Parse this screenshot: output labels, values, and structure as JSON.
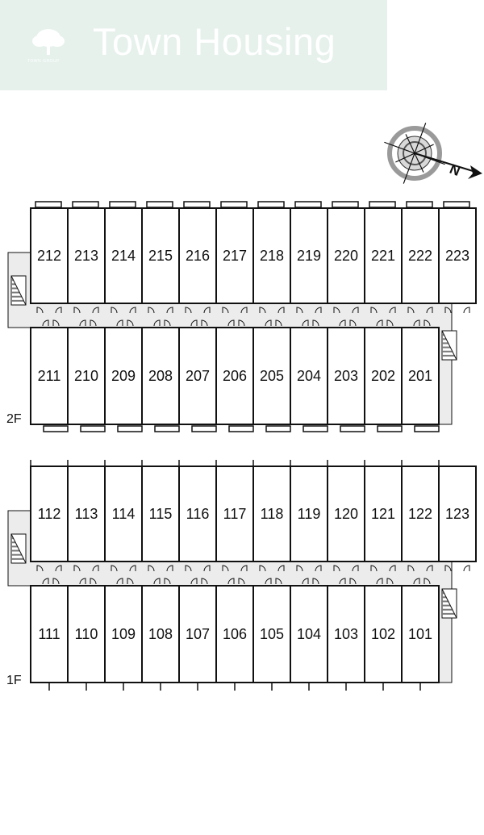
{
  "header": {
    "brand_name": "Town Housing",
    "logo_caption": "TOWN GROUP",
    "banner_color": "#e6f1ec"
  },
  "compass": {
    "label": "N",
    "icon": "compass-icon"
  },
  "floors": [
    {
      "label": "2F",
      "north_row": [
        "212",
        "213",
        "214",
        "215",
        "216",
        "217",
        "218",
        "219",
        "220",
        "221",
        "222",
        "223"
      ],
      "south_row": [
        "211",
        "210",
        "209",
        "208",
        "207",
        "206",
        "205",
        "204",
        "203",
        "202",
        "201"
      ]
    },
    {
      "label": "1F",
      "north_row": [
        "112",
        "113",
        "114",
        "115",
        "116",
        "117",
        "118",
        "119",
        "120",
        "121",
        "122",
        "123"
      ],
      "south_row": [
        "111",
        "110",
        "109",
        "108",
        "107",
        "106",
        "105",
        "104",
        "103",
        "102",
        "101"
      ]
    }
  ],
  "colors": {
    "corridor": "#ececec",
    "wall": "#111111",
    "stairs": "#7a7a7a"
  }
}
